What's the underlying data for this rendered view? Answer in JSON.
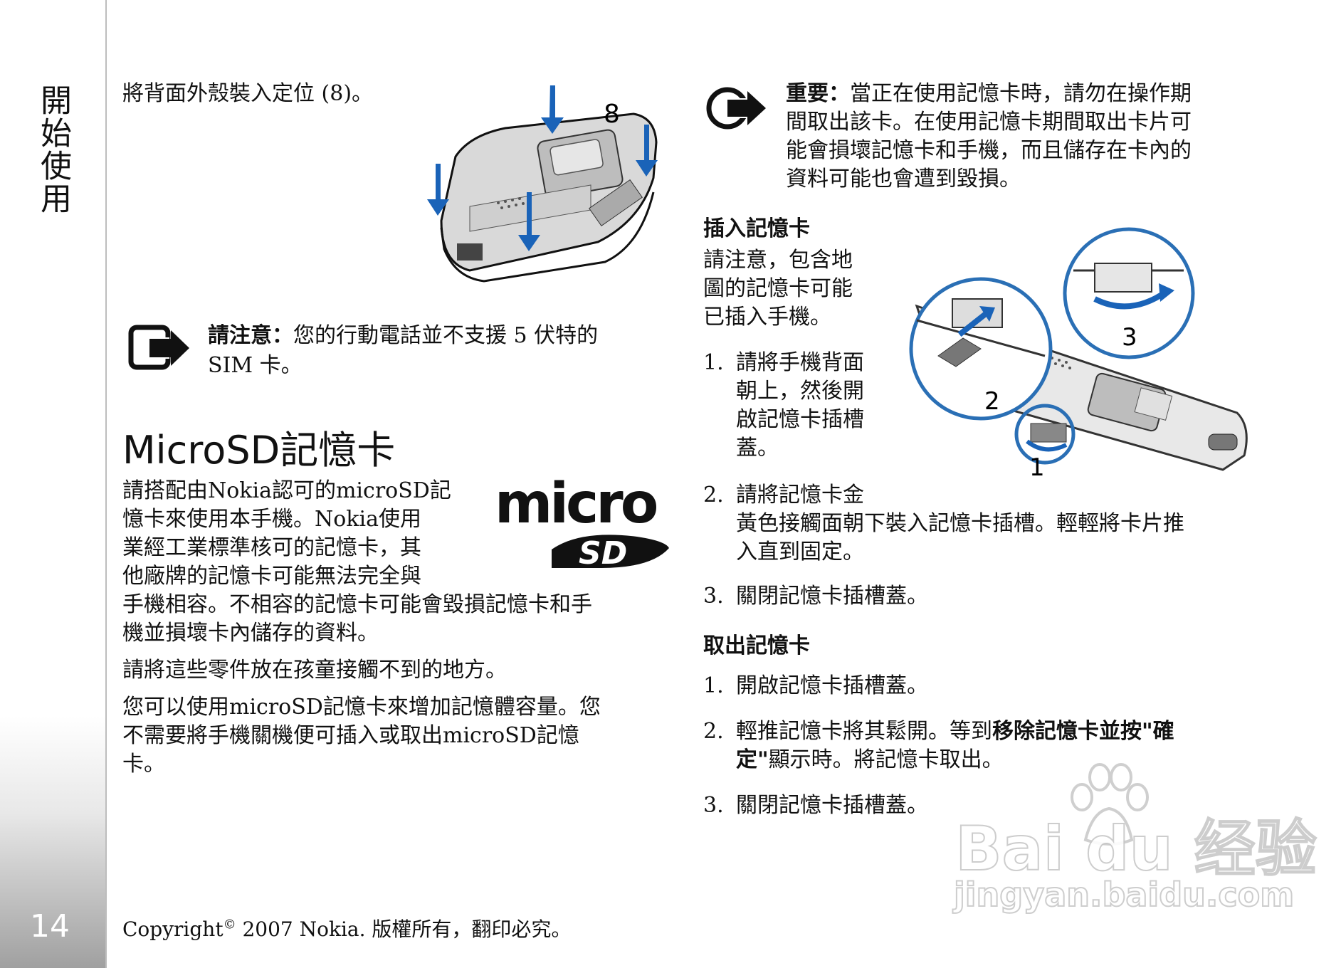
{
  "sidebar": {
    "section_title": "開始使用",
    "page_number": "14"
  },
  "left": {
    "step8_caption": "將背面外殼裝入定位 (8)。",
    "figure8_label": "8",
    "note": {
      "label": "請注意：",
      "text_line1": "您的行動電話並不支援 5 伏特的",
      "text_line2": "SIM 卡。"
    },
    "heading": "MicroSD記憶卡",
    "logo_text": "micro SD",
    "para1_lines": [
      "請搭配由Nokia認可的microSD記",
      "憶卡來使用本手機。Nokia使用",
      "業經工業標準核可的記憶卡，其",
      "他廠牌的記憶卡可能無法完全與",
      "手機相容。不相容的記憶卡可能會毀損記憶卡和手",
      "機並損壞卡內儲存的資料。"
    ],
    "para2": "請將這些零件放在孩童接觸不到的地方。",
    "para3_lines": [
      "您可以使用microSD記憶卡來增加記憶體容量。您",
      "不需要將手機關機便可插入或取出microSD記憶",
      "卡。"
    ]
  },
  "right": {
    "important": {
      "label": "重要：",
      "lines": [
        "當正在使用記憶卡時，請勿在操作期",
        "間取出該卡。在使用記憶卡期間取出卡片可",
        "能會損壞記憶卡和手機，而且儲存在卡內的",
        "資料可能也會遭到毀損。"
      ]
    },
    "insert_heading": "插入記憶卡",
    "insert_note_lines": [
      "請注意，包含地",
      "圖的記憶卡可能",
      "已插入手機。"
    ],
    "insert_steps": [
      {
        "num": "1.",
        "lines": [
          "請將手機背面",
          "朝上，然後開",
          "啟記憶卡插槽",
          "蓋。"
        ]
      },
      {
        "num": "2.",
        "lines": [
          "請將記憶卡金",
          "黃色接觸面朝下裝入記憶卡插槽。輕輕將卡片推",
          "入直到固定。"
        ]
      },
      {
        "num": "3.",
        "lines": [
          "關閉記憶卡插槽蓋。"
        ]
      }
    ],
    "figure_labels": {
      "one": "1",
      "two": "2",
      "three": "3"
    },
    "remove_heading": "取出記憶卡",
    "remove_steps": [
      {
        "num": "1.",
        "text": "開啟記憶卡插槽蓋。"
      },
      {
        "num": "2.",
        "text_before": "輕推記憶卡將其鬆開。等到",
        "text_bold": "移除記憶卡並按\"確",
        "line2_bold": "定\"",
        "line2_rest": "顯示時。將記憶卡取出。"
      },
      {
        "num": "3.",
        "text": "關閉記憶卡插槽蓋。"
      }
    ]
  },
  "footer": {
    "copyright_word": "Copyright",
    "copyright_symbol": "©",
    "rest": " 2007 Nokia. 版權所有，翻印必究。"
  },
  "watermark": {
    "brand": "Bai du 经验",
    "url": "jingyan.baidu.com"
  },
  "colors": {
    "arrow_blue": "#1a63b8",
    "circle_blue": "#2a6fb5",
    "sidebar_gray": "#a0a0a0"
  }
}
